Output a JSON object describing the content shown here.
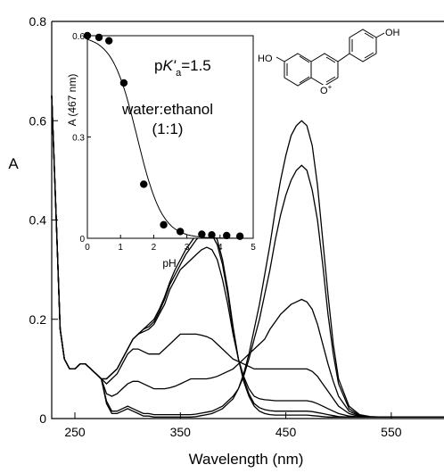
{
  "chart_data": [
    {
      "type": "line",
      "title": "",
      "xlabel": "Wavelength (nm)",
      "ylabel": "A",
      "xlim": [
        228,
        600
      ],
      "ylim": [
        0,
        0.8
      ],
      "xticks": [
        250,
        350,
        450,
        550
      ],
      "xtick_labels": [
        "250",
        "350",
        "450",
        "550"
      ],
      "yticks": [
        0,
        0.2,
        0.4,
        0.6,
        0.8
      ],
      "ytick_labels": [
        "0",
        "0.2",
        "0.4",
        "0.6",
        "0.8"
      ],
      "grid": false,
      "x": [
        228,
        232,
        236,
        240,
        245,
        250,
        255,
        260,
        265,
        270,
        275,
        280,
        285,
        290,
        295,
        300,
        305,
        310,
        315,
        320,
        325,
        330,
        335,
        340,
        345,
        350,
        355,
        360,
        365,
        370,
        375,
        380,
        385,
        390,
        395,
        400,
        405,
        410,
        415,
        420,
        425,
        430,
        435,
        440,
        445,
        450,
        455,
        460,
        465,
        470,
        475,
        480,
        485,
        490,
        495,
        500,
        510,
        520,
        530,
        540,
        550,
        560,
        570,
        580,
        590,
        600
      ],
      "series": [
        {
          "values": [
            0.65,
            0.42,
            0.18,
            0.12,
            0.1,
            0.1,
            0.11,
            0.11,
            0.1,
            0.09,
            0.08,
            0.03,
            0.01,
            0.01,
            0.015,
            0.02,
            0.015,
            0.01,
            0.005,
            0.005,
            0.003,
            0.003,
            0.003,
            0.003,
            0.003,
            0.003,
            0.003,
            0.003,
            0.004,
            0.006,
            0.008,
            0.01,
            0.015,
            0.02,
            0.03,
            0.04,
            0.06,
            0.09,
            0.13,
            0.18,
            0.23,
            0.29,
            0.35,
            0.42,
            0.48,
            0.53,
            0.57,
            0.59,
            0.6,
            0.59,
            0.55,
            0.47,
            0.36,
            0.25,
            0.15,
            0.08,
            0.025,
            0.008,
            0.004,
            0.003,
            0.003,
            0.003,
            0.003,
            0.003,
            0.003,
            0.003
          ]
        },
        {
          "values": [
            0.65,
            0.42,
            0.18,
            0.12,
            0.1,
            0.1,
            0.11,
            0.11,
            0.1,
            0.09,
            0.08,
            0.035,
            0.015,
            0.015,
            0.02,
            0.025,
            0.02,
            0.015,
            0.01,
            0.01,
            0.008,
            0.008,
            0.008,
            0.008,
            0.008,
            0.008,
            0.008,
            0.008,
            0.009,
            0.011,
            0.013,
            0.015,
            0.02,
            0.025,
            0.035,
            0.045,
            0.06,
            0.085,
            0.12,
            0.16,
            0.2,
            0.25,
            0.3,
            0.36,
            0.41,
            0.45,
            0.48,
            0.5,
            0.51,
            0.5,
            0.46,
            0.4,
            0.31,
            0.21,
            0.13,
            0.07,
            0.02,
            0.006,
            0.003,
            0.003,
            0.003,
            0.003,
            0.003,
            0.003,
            0.003,
            0.003
          ]
        },
        {
          "values": [
            0.65,
            0.42,
            0.18,
            0.12,
            0.1,
            0.1,
            0.11,
            0.11,
            0.1,
            0.09,
            0.08,
            0.05,
            0.045,
            0.05,
            0.06,
            0.07,
            0.075,
            0.075,
            0.07,
            0.065,
            0.06,
            0.06,
            0.06,
            0.062,
            0.065,
            0.07,
            0.075,
            0.08,
            0.08,
            0.08,
            0.08,
            0.082,
            0.085,
            0.09,
            0.095,
            0.1,
            0.11,
            0.12,
            0.13,
            0.14,
            0.15,
            0.16,
            0.18,
            0.195,
            0.21,
            0.22,
            0.23,
            0.235,
            0.24,
            0.235,
            0.22,
            0.19,
            0.15,
            0.11,
            0.075,
            0.045,
            0.015,
            0.005,
            0.003,
            0.003,
            0.003,
            0.003,
            0.003,
            0.003,
            0.003,
            0.003
          ]
        },
        {
          "values": [
            0.65,
            0.42,
            0.18,
            0.12,
            0.1,
            0.1,
            0.11,
            0.11,
            0.1,
            0.09,
            0.08,
            0.07,
            0.08,
            0.09,
            0.11,
            0.13,
            0.14,
            0.14,
            0.135,
            0.13,
            0.13,
            0.13,
            0.14,
            0.15,
            0.16,
            0.17,
            0.17,
            0.17,
            0.17,
            0.168,
            0.165,
            0.16,
            0.15,
            0.14,
            0.13,
            0.12,
            0.115,
            0.11,
            0.105,
            0.1,
            0.1,
            0.1,
            0.1,
            0.1,
            0.1,
            0.1,
            0.1,
            0.1,
            0.1,
            0.1,
            0.095,
            0.085,
            0.07,
            0.055,
            0.04,
            0.025,
            0.01,
            0.004,
            0.003,
            0.003,
            0.003,
            0.003,
            0.003,
            0.003,
            0.003,
            0.003
          ]
        },
        {
          "values": [
            0.65,
            0.42,
            0.18,
            0.12,
            0.1,
            0.1,
            0.11,
            0.11,
            0.1,
            0.09,
            0.08,
            0.08,
            0.09,
            0.1,
            0.12,
            0.14,
            0.16,
            0.17,
            0.175,
            0.18,
            0.19,
            0.21,
            0.23,
            0.26,
            0.28,
            0.3,
            0.31,
            0.32,
            0.33,
            0.34,
            0.345,
            0.34,
            0.32,
            0.28,
            0.23,
            0.17,
            0.12,
            0.085,
            0.06,
            0.045,
            0.04,
            0.038,
            0.037,
            0.036,
            0.036,
            0.036,
            0.036,
            0.036,
            0.036,
            0.036,
            0.034,
            0.03,
            0.025,
            0.02,
            0.015,
            0.01,
            0.005,
            0.003,
            0.003,
            0.003,
            0.003,
            0.003,
            0.003,
            0.003,
            0.003,
            0.003
          ]
        },
        {
          "values": [
            0.65,
            0.42,
            0.18,
            0.12,
            0.1,
            0.1,
            0.11,
            0.11,
            0.1,
            0.09,
            0.08,
            0.08,
            0.09,
            0.1,
            0.12,
            0.14,
            0.16,
            0.17,
            0.18,
            0.185,
            0.195,
            0.215,
            0.24,
            0.27,
            0.29,
            0.31,
            0.33,
            0.345,
            0.36,
            0.37,
            0.375,
            0.37,
            0.35,
            0.31,
            0.25,
            0.18,
            0.12,
            0.08,
            0.05,
            0.03,
            0.022,
            0.018,
            0.016,
            0.015,
            0.015,
            0.015,
            0.015,
            0.015,
            0.015,
            0.015,
            0.014,
            0.012,
            0.01,
            0.008,
            0.006,
            0.004,
            0.003,
            0.003,
            0.003,
            0.003,
            0.003,
            0.003,
            0.003,
            0.003,
            0.003,
            0.003
          ]
        },
        {
          "values": [
            0.65,
            0.42,
            0.18,
            0.12,
            0.1,
            0.1,
            0.11,
            0.11,
            0.1,
            0.09,
            0.08,
            0.08,
            0.09,
            0.1,
            0.12,
            0.14,
            0.16,
            0.17,
            0.18,
            0.19,
            0.2,
            0.22,
            0.245,
            0.275,
            0.3,
            0.32,
            0.34,
            0.355,
            0.37,
            0.38,
            0.385,
            0.38,
            0.36,
            0.32,
            0.26,
            0.185,
            0.12,
            0.075,
            0.045,
            0.025,
            0.015,
            0.01,
            0.008,
            0.007,
            0.007,
            0.007,
            0.007,
            0.007,
            0.007,
            0.007,
            0.006,
            0.005,
            0.004,
            0.003,
            0.003,
            0.003,
            0.003,
            0.003,
            0.003,
            0.003,
            0.003,
            0.003,
            0.003,
            0.003,
            0.003,
            0.003
          ]
        }
      ]
    },
    {
      "type": "scatter",
      "title": "",
      "xlabel": "pH",
      "ylabel": "A (467 nm)",
      "xlim": [
        0,
        5
      ],
      "ylim": [
        0,
        0.6
      ],
      "xticks": [
        0,
        1,
        2,
        3,
        4,
        5
      ],
      "xtick_labels": [
        "0",
        "1",
        "2",
        "3",
        "4",
        "5"
      ],
      "yticks": [
        0,
        0.3,
        0.6
      ],
      "ytick_labels": [
        "0",
        "0.3",
        "0.6"
      ],
      "x": [
        0.0,
        0.35,
        0.65,
        1.1,
        1.7,
        2.3,
        2.8,
        3.45,
        3.75,
        4.2,
        4.6
      ],
      "values": [
        0.6,
        0.595,
        0.585,
        0.46,
        0.16,
        0.04,
        0.02,
        0.012,
        0.01,
        0.008,
        0.006
      ],
      "fit_curve": {
        "pKa": 1.5,
        "top": 0.6
      }
    }
  ],
  "annotations": {
    "pka_prefix": "p",
    "pka_symbol": "K'",
    "pka_subscript": "a",
    "pka_value": "=1.5",
    "solvent_line1": "water:ethanol",
    "solvent_line2": "(1:1)"
  },
  "structure": {
    "left_label": "HO",
    "right_label": "OH",
    "oxygen_label": "O",
    "oxygen_charge": "+"
  }
}
